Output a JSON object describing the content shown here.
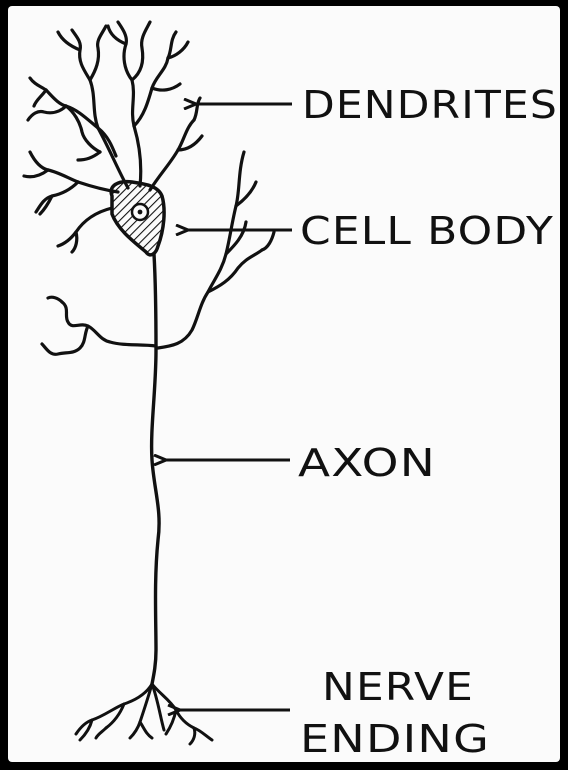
{
  "labels": {
    "dendrites": "DENDRITES",
    "cell_body": "CELL BODY",
    "axon": "AXON",
    "nerve_ending_line1": "NERVE",
    "nerve_ending_line2": "ENDING"
  },
  "colors": {
    "background": "#fbfbfb",
    "frame": "#000000",
    "ink": "#111111"
  }
}
